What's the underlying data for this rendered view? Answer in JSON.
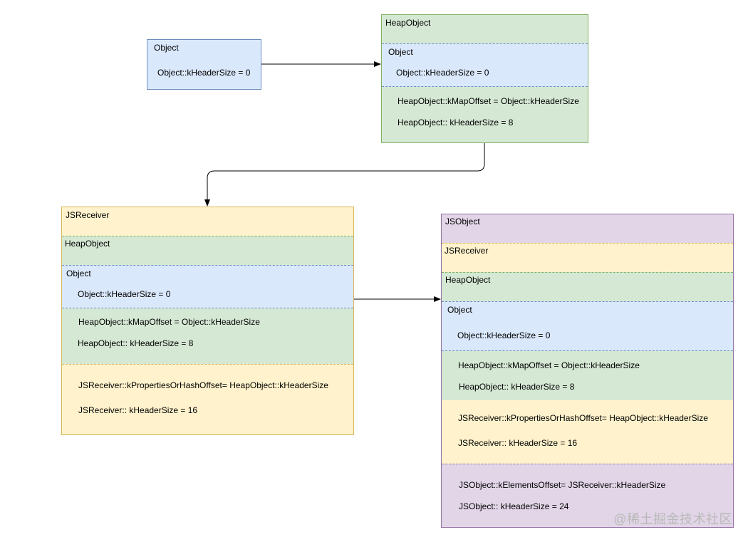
{
  "d1": {
    "object_title": "Object",
    "object_header": "Object::kHeaderSize = 0"
  },
  "d2": {
    "heap_title": "HeapObject",
    "object_title": "Object",
    "object_header": "Object::kHeaderSize = 0",
    "map_offset": "HeapObject::kMapOffset = Object::kHeaderSize",
    "heap_header": "HeapObject:: kHeaderSize = 8"
  },
  "d3": {
    "jsr_title": "JSReceiver",
    "heap_title": "HeapObject",
    "object_title": "Object",
    "object_header": "Object::kHeaderSize = 0",
    "map_offset": "HeapObject::kMapOffset = Object::kHeaderSize",
    "heap_header": "HeapObject:: kHeaderSize = 8",
    "props_offset": "JSReceiver::kPropertiesOrHashOffset= HeapObject::kHeaderSize",
    "jsr_header": "JSReceiver:: kHeaderSize = 16"
  },
  "d4": {
    "jso_title": "JSObject",
    "jsr_title": "JSReceiver",
    "heap_title": "HeapObject",
    "object_title": "Object",
    "object_header": "Object::kHeaderSize = 0",
    "map_offset": "HeapObject::kMapOffset = Object::kHeaderSize",
    "heap_header": "HeapObject:: kHeaderSize = 8",
    "props_offset": "JSReceiver::kPropertiesOrHashOffset= HeapObject::kHeaderSize",
    "jsr_header": "JSReceiver:: kHeaderSize = 16",
    "elements_offset": "JSObject::kElementsOffset= JSReceiver::kHeaderSize",
    "jso_header": "JSObject:: kHeaderSize = 24"
  },
  "watermark": "@稀土掘金技术社区",
  "colors": {
    "object_fill": "#dae8fc",
    "object_stroke": "#6c8ebf",
    "heap_fill": "#d5e8d4",
    "heap_stroke": "#82b366",
    "receiver_fill": "#fff2cc",
    "receiver_stroke": "#d6b656",
    "jsobject_fill": "#e1d5e7",
    "jsobject_stroke": "#9673a6"
  }
}
